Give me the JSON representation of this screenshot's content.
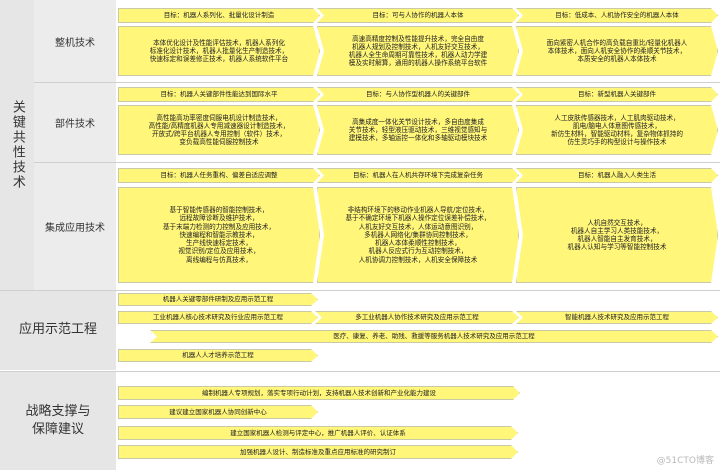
{
  "categories": {
    "key_tech": "关键共性技术",
    "application_demo": "应用示范工程",
    "strategy": "战略支撑与保障建议"
  },
  "subcategories": {
    "whole_machine": "整机技术",
    "components": "部件技术",
    "integration": "集成应用技术"
  },
  "whole_machine": {
    "goals": [
      "目标：机器人系列化、批量化设计制造",
      "目标：可与人协作的机器人本体",
      "目标：低成本、人机协作安全的机器人本体"
    ],
    "tech": [
      "本体优化设计及性能评估技术，机器人系列化\n标准化设计技术，机器人批量化生产制造技术，\n快速标定和误差修正技术，机器人系统软件平台",
      "高速高精度控制及性能提升技术，完全自由度\n机器人规划及控制技术，人机友好交互技术，\n机器人全生命周期可靠性技术，机器人动力学建\n模及实时解算，通用的机器人操作系统平台软件",
      "面向紧密人机合作的高负载自重比/轻量化机器人\n本体技术，面向人机安全协作的柔顺关节技术，\n本质安全的机器人本体技术"
    ]
  },
  "components": {
    "goals": [
      "目标：机器人关键部件性能达到国际水平",
      "目标：与人协作型机器人的关键部件",
      "目标：新型机器人关键部件"
    ],
    "tech": [
      "高性能高功率密度伺服电机设计制造技术，\n高性能/高精度机器人专用减速器设计制造技术，\n开放式/跨平台机器人专用控制（软件）技术，\n变负载高性能伺服控制技术",
      "高集成度一体化关节设计技术，多自由度集成\n关节技术，轻型液压驱动技术，三维视觉感知与\n建模技术，多轴运控一体化和多轴驱动模块技术",
      "人工皮肤传感器技术，人工肌肉驱动技术，\n肌电/脑电人体意图传感技术，\n新仿生材料，智能驱动材料，复杂物体抓持的\n仿生灵巧手的构型设计与操作技术"
    ]
  },
  "integration": {
    "goals": [
      "目标：机器人任务重构、偏差自适应调整",
      "目标：机器人在人机共存环境下完成复杂任务",
      "目标：机器人融入人类生活"
    ],
    "tech": [
      "基于智能传感器的智能控制技术，\n远程故障诊断及维护技术，\n基于末端力检测的力控制及应用技术，\n快速编程和智能示教技术，\n生产线快速标定技术，\n视觉识别/定位及应用技术，\n离线编程与仿真技术，",
      "非结构环境下的移动作业机器人导航/定位技术，\n基于不确定环境下机器人操作定位误差补偿技术，\n人机友好交互技术，人体运动意图识别，\n多机器人网络化/集群协同控制技术，\n机器人本体柔顺性控制技术，\n机器人反应式行为互动控制技术，\n人机协调力控制技术，人机安全保障技术",
      "人机自然交互技术，\n机器人自主学习人类技能技术，\n机器人智能自主发育技术，\n机器人认知与学习等智能控制技术"
    ]
  },
  "application_demo": {
    "items": [
      "机器人关键零部件研制及应用示范工程",
      "工业机器人核心技术研究及行业应用示范工程",
      "多工业机器人协作技术研究及应用示范工程",
      "智能机器人技术研究及应用示范工程",
      "医疗、康复、养老、助残、救援等服务机器人技术研究及应用示范工程",
      "机器人人才培养示范工程"
    ]
  },
  "strategy": {
    "items": [
      "编制机器人专项规划，落实专项行动计划，支持机器人技术创新和产业化能力建设",
      "建议建立国家机器人协同创新中心",
      "建立国家机器人检测与评定中心，推广机器人评价、认证体系",
      "加强机器人设计、制造标准及重点应用标准的研究制订"
    ]
  },
  "watermark": "@51CTO博客"
}
